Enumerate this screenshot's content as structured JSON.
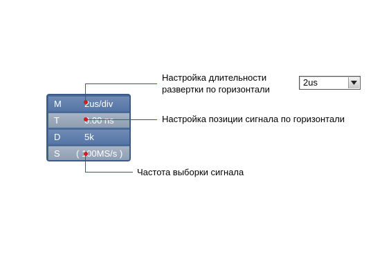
{
  "panel": {
    "rows": [
      {
        "key": "M",
        "value": "2us/div"
      },
      {
        "key": "T",
        "value": "0.00 ns"
      },
      {
        "key": "D",
        "value": "5k"
      },
      {
        "key": "S",
        "value": "( 100MS/s )"
      }
    ]
  },
  "callouts": {
    "timebase_line1": "Настройка длительности",
    "timebase_line2": "развертки по горизонтали",
    "position": "Настройка позиции сигнала по горизонтали",
    "sample_rate": "Частота выборки сигнала"
  },
  "dropdown": {
    "value": "2us",
    "icon": "chevron-down-icon"
  },
  "colors": {
    "callout": "#cc1f1f",
    "panel": "#4a6a98"
  }
}
